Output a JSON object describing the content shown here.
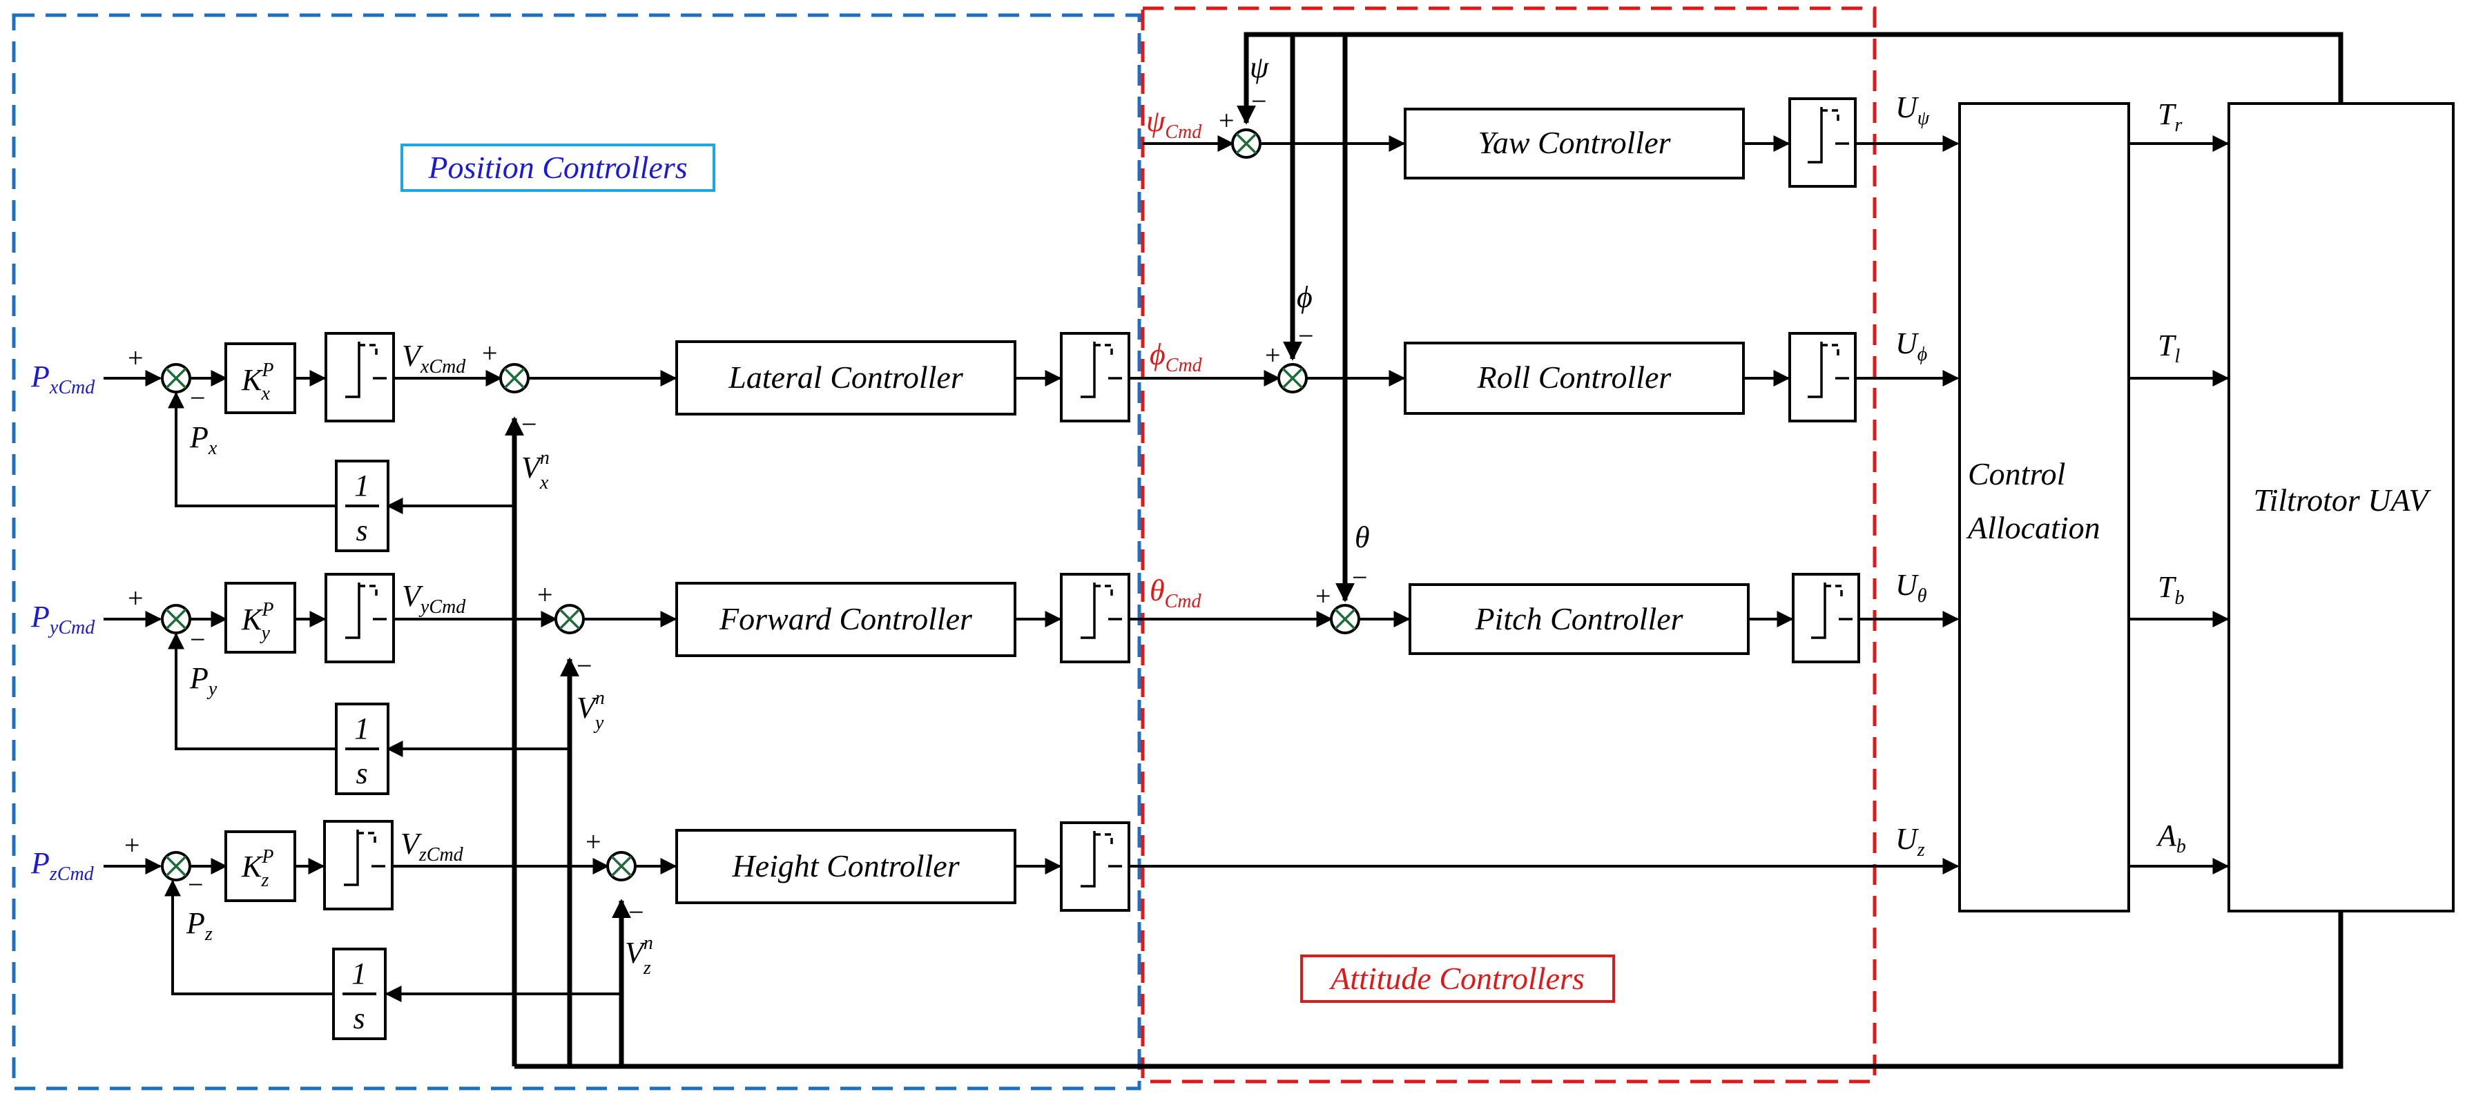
{
  "groups": {
    "position": "Position Controllers",
    "attitude": "Attitude Controllers"
  },
  "colors": {
    "position_group": "#1f6fc1",
    "position_label_border": "#19a8e0",
    "attitude_group": "#e01818",
    "position_inputs": "#1a1ad8",
    "attitude_inputs": "#e01818"
  },
  "controllers": {
    "lateral": "Lateral Controller",
    "forward": "Forward Controller",
    "height": "Height Controller",
    "yaw": "Yaw Controller",
    "roll": "Roll Controller",
    "pitch": "Pitch Controller",
    "allocation_line1": "Control",
    "allocation_line2": "Allocation",
    "plant": "Tiltrotor UAV"
  },
  "integrator": {
    "numerator": "1",
    "denominator": "s"
  },
  "signals": {
    "pos_cmd": {
      "base": "P",
      "x": "xCmd",
      "y": "yCmd",
      "z": "zCmd"
    },
    "pos_fb": {
      "base": "P",
      "x": "x",
      "y": "y",
      "z": "z"
    },
    "gain": {
      "base": "K",
      "sup": "P",
      "x": "x",
      "y": "y",
      "z": "z"
    },
    "vel_cmd": {
      "base": "V",
      "x": "xCmd",
      "y": "yCmd",
      "z": "zCmd"
    },
    "vel_fb": {
      "base": "V",
      "sup": "n",
      "x": "x",
      "y": "y",
      "z": "z"
    },
    "psi_cmd": {
      "base": "ψ",
      "sub": "Cmd"
    },
    "phi_cmd": {
      "base": "ϕ",
      "sub": "Cmd"
    },
    "theta_cmd": {
      "base": "θ",
      "sub": "Cmd"
    },
    "psi": "ψ",
    "phi": "ϕ",
    "theta": "θ",
    "u": {
      "base": "U",
      "psi": "ψ",
      "phi": "ϕ",
      "theta": "θ",
      "z": "z"
    },
    "outputs": {
      "tr": {
        "base": "T",
        "sub": "r"
      },
      "tl": {
        "base": "T",
        "sub": "l"
      },
      "tb": {
        "base": "T",
        "sub": "b"
      },
      "ab": {
        "base": "A",
        "sub": "b"
      }
    }
  },
  "signs": {
    "plus": "+",
    "minus": "−"
  }
}
